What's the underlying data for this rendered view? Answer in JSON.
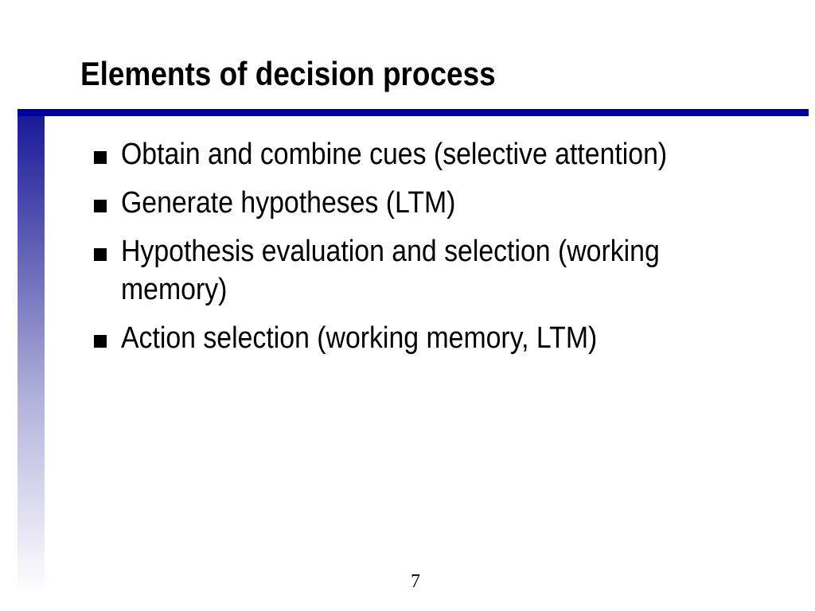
{
  "slide": {
    "title": "Elements of decision process",
    "bullets": [
      {
        "text": "Obtain and combine cues (selective attention)"
      },
      {
        "text": "Generate hypotheses (LTM)"
      },
      {
        "text": "Hypothesis evaluation and selection (working memory)"
      },
      {
        "text": "Action selection (working memory, LTM)"
      }
    ],
    "page_number": "7"
  },
  "colors": {
    "accent_rule": "#000099",
    "text": "#000000",
    "background": "#ffffff"
  },
  "icons": {
    "bullet": "square-bullet-icon"
  }
}
